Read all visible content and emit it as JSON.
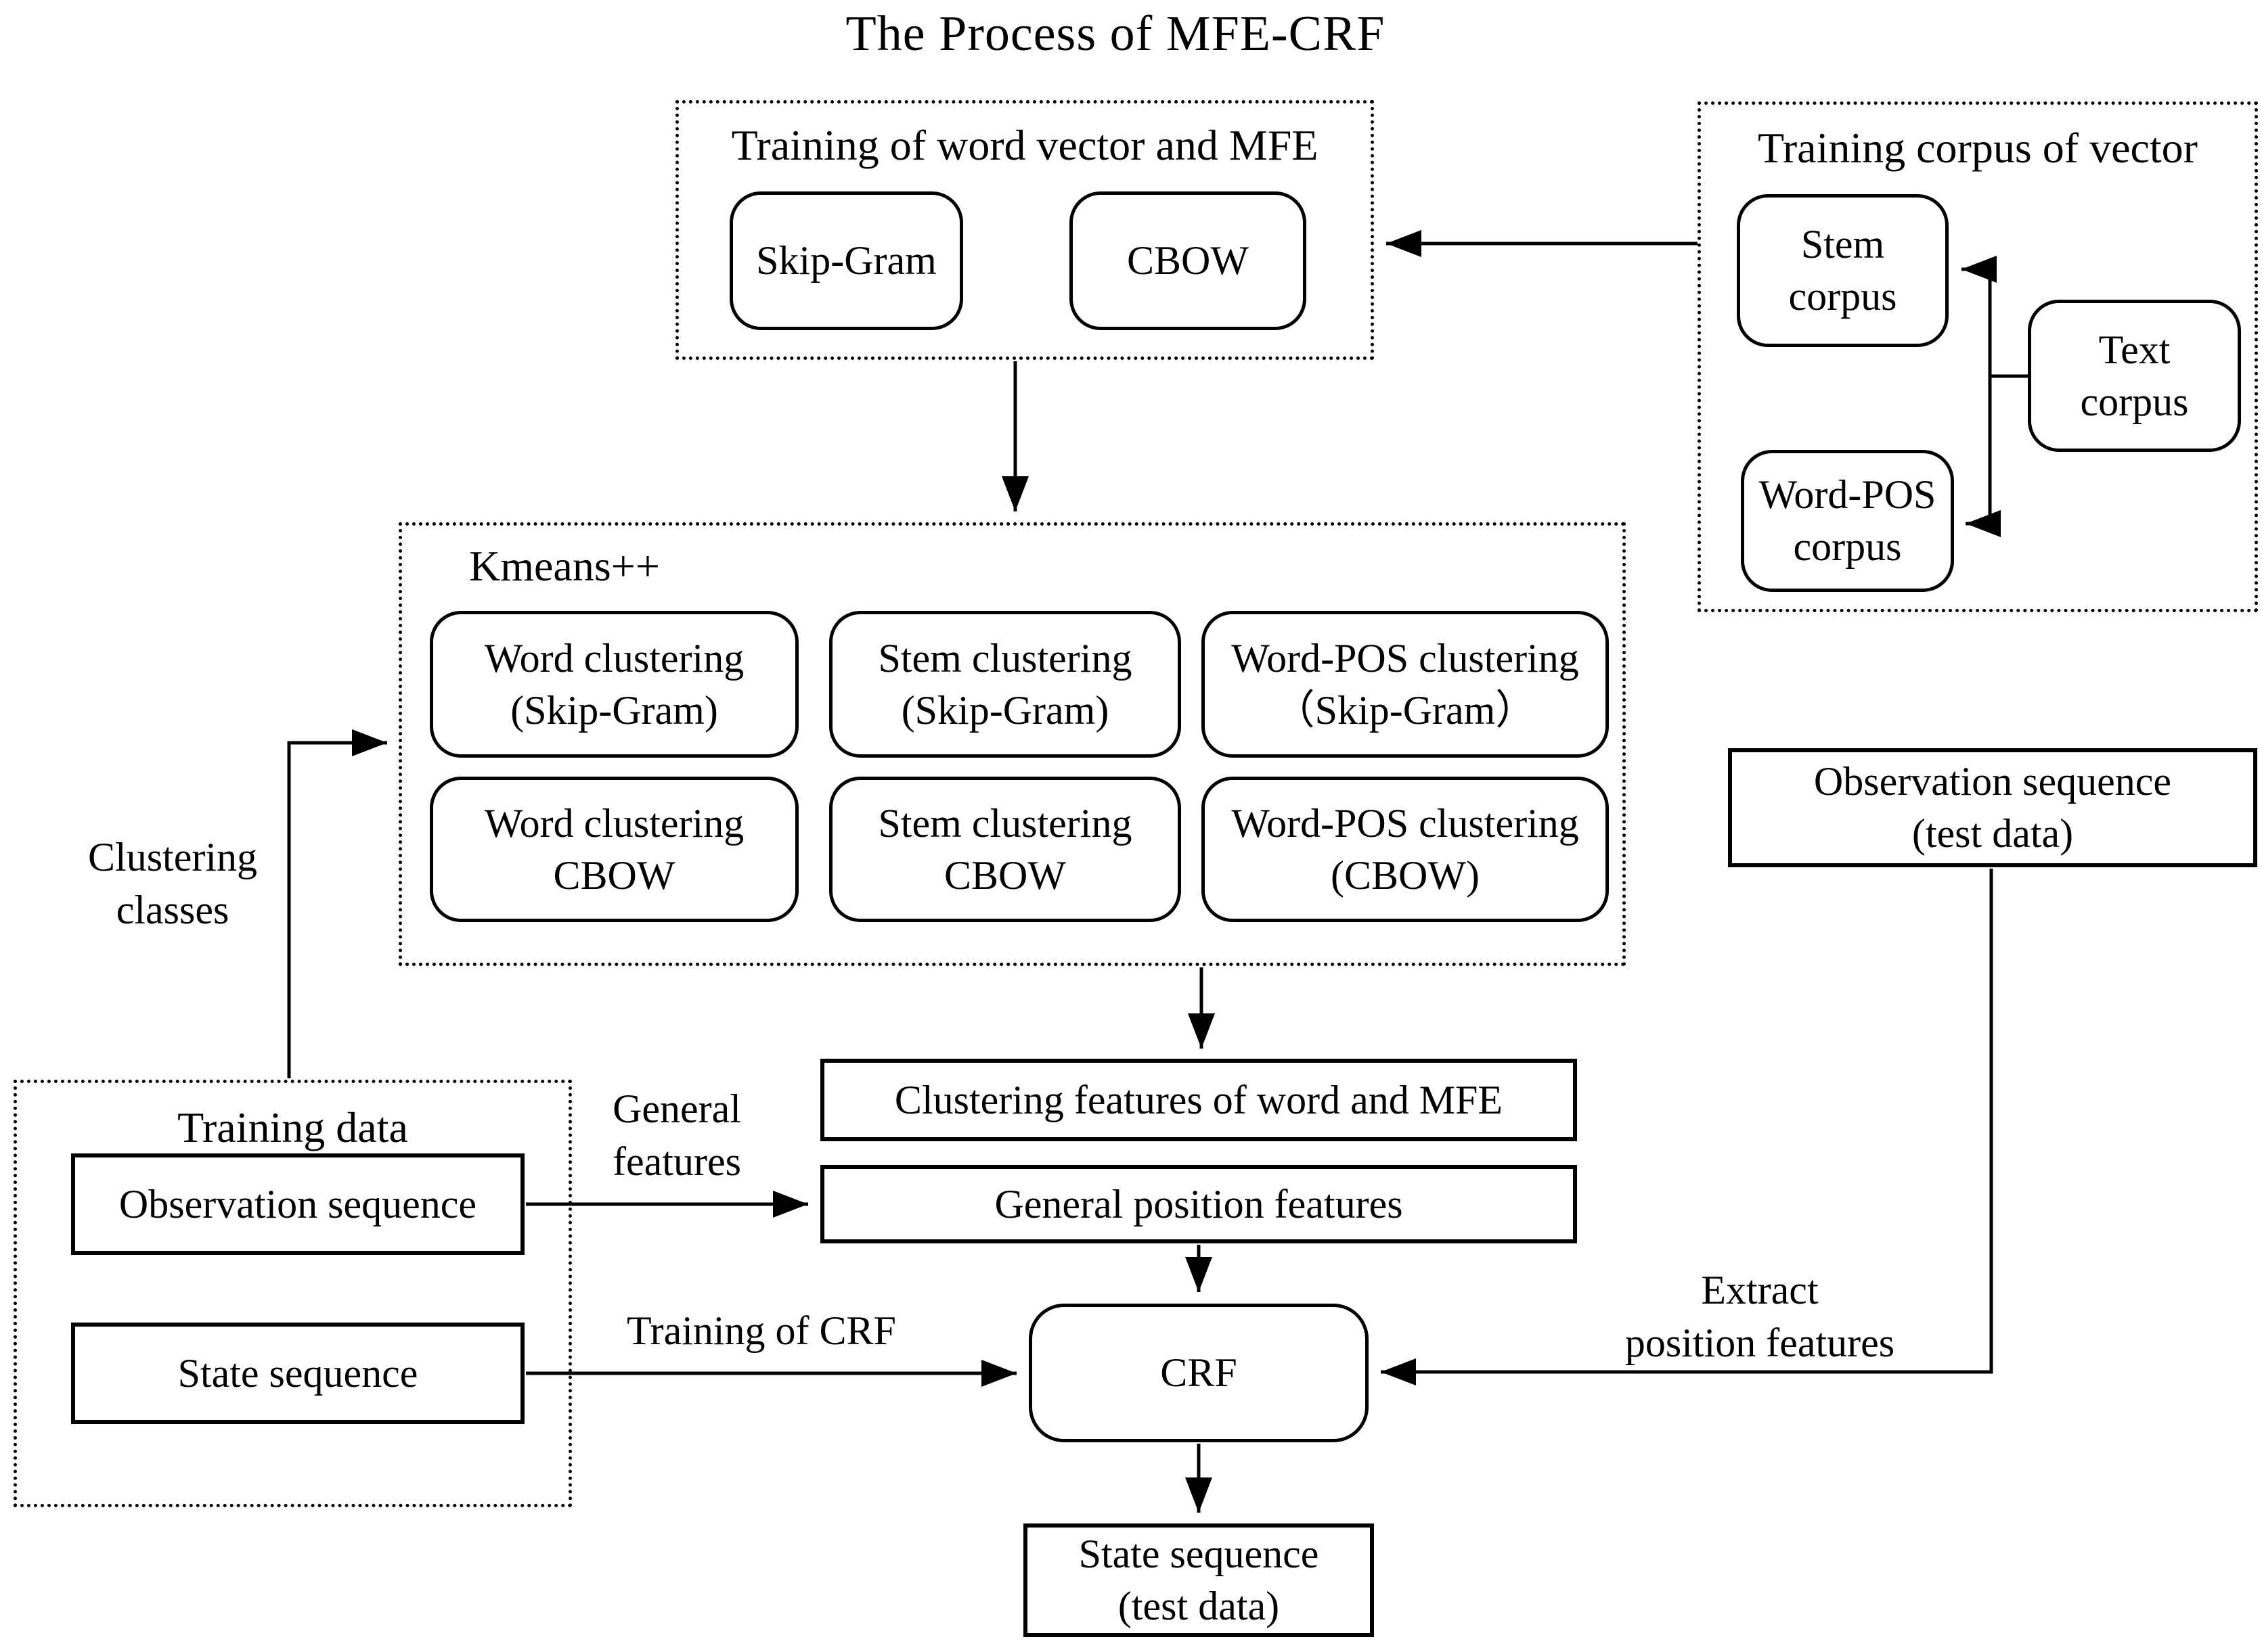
{
  "title": "The Process of MFE-CRF",
  "training_word_vector": {
    "label": "Training of word vector and MFE",
    "skip_gram": "Skip-Gram",
    "cbow": "CBOW"
  },
  "training_corpus": {
    "label": "Training corpus of vector",
    "stem": {
      "line1": "Stem",
      "line2": "corpus"
    },
    "text": {
      "line1": "Text",
      "line2": "corpus"
    },
    "word_pos": {
      "line1": "Word-POS",
      "line2": "corpus"
    }
  },
  "kmeans": {
    "label": "Kmeans++",
    "word_skipgram": {
      "line1": "Word clustering",
      "line2": "(Skip-Gram)"
    },
    "stem_skipgram": {
      "line1": "Stem clustering",
      "line2": "(Skip-Gram)"
    },
    "wordpos_skipgram": {
      "line1": "Word-POS clustering",
      "line2": "（Skip-Gram）"
    },
    "word_cbow": {
      "line1": "Word clustering",
      "line2": "CBOW"
    },
    "stem_cbow": {
      "line1": "Stem clustering",
      "line2": "CBOW"
    },
    "wordpos_cbow": {
      "line1": "Word-POS clustering",
      "line2": "(CBOW)"
    }
  },
  "observation_test": {
    "line1": "Observation sequence",
    "line2": "(test data)"
  },
  "training_data": {
    "label": "Training data",
    "observation": "Observation sequence",
    "state": "State sequence"
  },
  "flow": {
    "clustering_features": "Clustering features of word and MFE",
    "general_position": "General position features",
    "crf": "CRF",
    "state_test": {
      "line1": "State sequence",
      "line2": "(test data)"
    }
  },
  "edge_labels": {
    "clustering_classes": {
      "line1": "Clustering",
      "line2": "classes"
    },
    "general_features": {
      "line1": "General",
      "line2": "features"
    },
    "training_of_crf": "Training of CRF",
    "extract_position": {
      "line1": "Extract",
      "line2": "position features"
    }
  },
  "colors": {
    "ink": "#000000",
    "background": "#ffffff"
  }
}
